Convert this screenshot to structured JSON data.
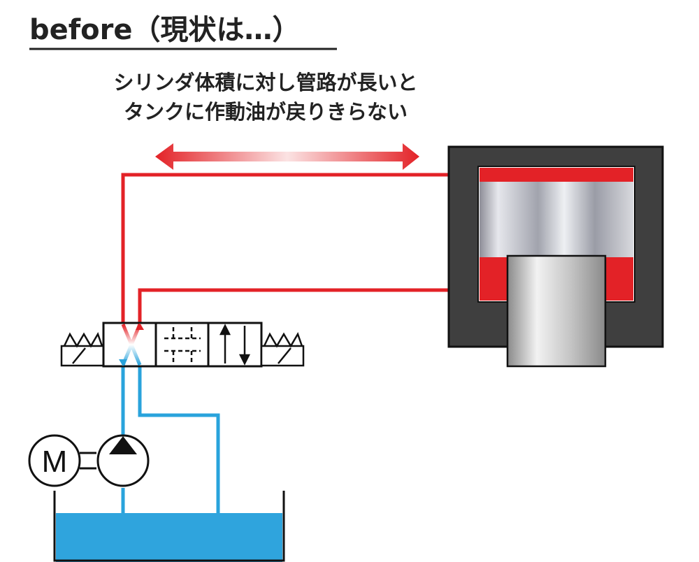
{
  "title": "before（現状は…）",
  "caption": {
    "line1": "シリンダ体積に対し管路が長いと",
    "line2": "タンクに作動油が戻りきらない"
  },
  "motor": {
    "label": "M"
  },
  "colors": {
    "pressure_line": "#e32227",
    "return_line": "#29a3dc",
    "tank_fluid": "#2fa4dd",
    "cylinder_housing": "#3f3f3f",
    "cylinder_chamber": "#e32227",
    "outline": "#1a1a1a"
  },
  "icons": {
    "length_arrow": "double-headed-arrow-icon",
    "pump": "pump-symbol-icon",
    "motor": "motor-symbol-icon",
    "valve": "4-3-directional-valve-icon"
  }
}
